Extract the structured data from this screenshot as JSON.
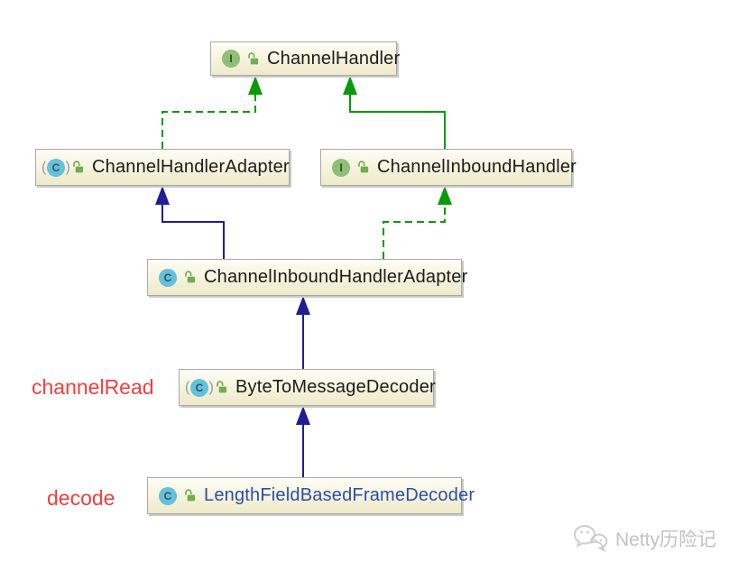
{
  "diagram": {
    "nodes": [
      {
        "label": "ChannelHandler",
        "kind": "interface"
      },
      {
        "label": "ChannelHandlerAdapter",
        "kind": "abstract class"
      },
      {
        "label": "ChannelInboundHandler",
        "kind": "interface"
      },
      {
        "label": "ChannelInboundHandlerAdapter",
        "kind": "class"
      },
      {
        "label": "ByteToMessageDecoder",
        "kind": "abstract class"
      },
      {
        "label": "LengthFieldBasedFrameDecoder",
        "kind": "class"
      }
    ],
    "edges": [
      {
        "from": "ChannelHandlerAdapter",
        "to": "ChannelHandler",
        "type": "implements",
        "style": "dashed",
        "color": "#089b08"
      },
      {
        "from": "ChannelInboundHandler",
        "to": "ChannelHandler",
        "type": "extends",
        "style": "solid",
        "color": "#089b08"
      },
      {
        "from": "ChannelInboundHandlerAdapter",
        "to": "ChannelHandlerAdapter",
        "type": "extends",
        "style": "solid",
        "color": "#1e1e96"
      },
      {
        "from": "ChannelInboundHandlerAdapter",
        "to": "ChannelInboundHandler",
        "type": "implements",
        "style": "dashed",
        "color": "#089b08"
      },
      {
        "from": "ByteToMessageDecoder",
        "to": "ChannelInboundHandlerAdapter",
        "type": "extends",
        "style": "solid",
        "color": "#1e1e96"
      },
      {
        "from": "LengthFieldBasedFrameDecoder",
        "to": "ByteToMessageDecoder",
        "type": "extends",
        "style": "solid",
        "color": "#1e1e96"
      }
    ],
    "icon_glyphs": {
      "interface": "I",
      "class": "C"
    },
    "annotations": {
      "channel_read": "channelRead",
      "decode": "decode"
    },
    "watermark": {
      "text": "Netty历险记"
    },
    "colors": {
      "extends_class_arrow": "#1e1e96",
      "interface_arrow": "#089b08",
      "annotation_red": "#f43d3d",
      "interface_icon_bg": "#8fbe77",
      "class_icon_bg": "#63c1dc",
      "lock_icon": "#72ad52",
      "node_fill_top": "#fdfdf4",
      "node_fill_bottom": "#efeacb",
      "highlight_label": "#2b4fa8"
    }
  }
}
